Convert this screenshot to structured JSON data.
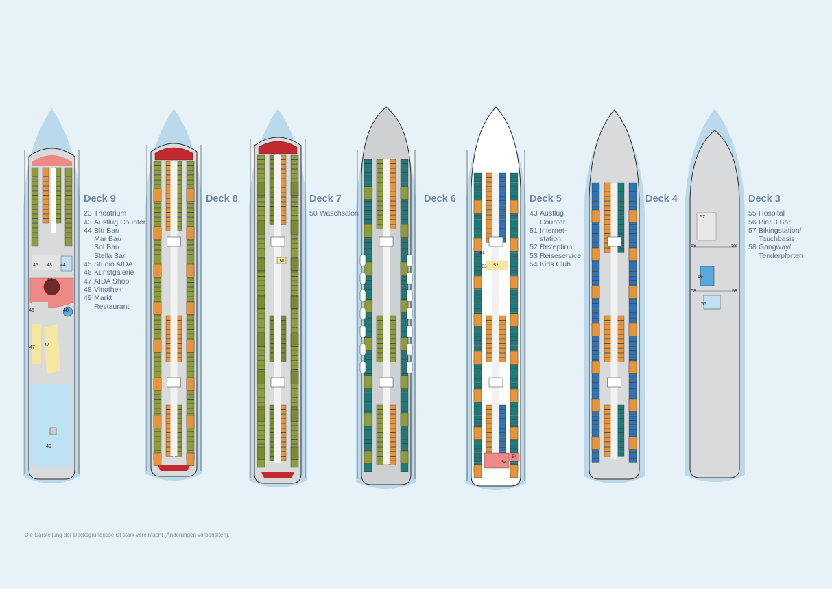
{
  "colors": {
    "background": "#e6f2f8",
    "ship_glow": "#bcd9ec",
    "deck_gray": "#d9dadc",
    "corridor": "#f2f2f2",
    "outline": "#2b2b2b",
    "cabin_green": "#8d9d3b",
    "cabin_olive": "#7a8a2e",
    "cabin_orange": "#e6953a",
    "cabin_teal": "#1d7a7a",
    "cabin_blue": "#2c73b8",
    "suite_red": "#c22a2f",
    "venue_pink": "#ee8a86",
    "venue_yellow": "#f6e7a0",
    "venue_blue": "#bfe1f4",
    "hospital_blue": "#56a9dc",
    "legend_title": "#6e8aa6",
    "legend_text": "#5a6f86"
  },
  "decks": [
    {
      "title": "Deck 9",
      "legend": [
        {
          "num": "23",
          "text": "Theatrium"
        },
        {
          "num": "43",
          "text": "Ausflug Counter"
        },
        {
          "num": "44",
          "text": "Blu Bar/\nMar Bar/\nSol Bar/\nStella Bar"
        },
        {
          "num": "45",
          "text": "Studio AIDA"
        },
        {
          "num": "46",
          "text": "Kunstgalerie"
        },
        {
          "num": "47",
          "text": "AIDA Shop"
        },
        {
          "num": "48",
          "text": "Vinothek"
        },
        {
          "num": "49",
          "text": "Markt\nRestaurant"
        }
      ],
      "map_labels": [
        "45",
        "43",
        "44",
        "23",
        "46",
        "48",
        "47",
        "47",
        "49"
      ]
    },
    {
      "title": "Deck 8",
      "legend": [],
      "map_labels": []
    },
    {
      "title": "Deck 7",
      "legend": [
        {
          "num": "50",
          "text": "Waschsalon"
        }
      ],
      "map_labels": [
        "50"
      ]
    },
    {
      "title": "Deck 6",
      "legend": [],
      "map_labels": []
    },
    {
      "title": "Deck 5",
      "legend": [
        {
          "num": "43",
          "text": "Ausflug\nCounter"
        },
        {
          "num": "51",
          "text": "Internet-\nstation"
        },
        {
          "num": "52",
          "text": "Rezeption"
        },
        {
          "num": "53",
          "text": "Reiseservice"
        },
        {
          "num": "54",
          "text": "Kids Club"
        }
      ],
      "map_labels": [
        "51",
        "53",
        "52",
        "54",
        "54"
      ]
    },
    {
      "title": "Deck 4",
      "legend": [],
      "map_labels": []
    },
    {
      "title": "Deck 3",
      "legend": [
        {
          "num": "55",
          "text": "Hospital"
        },
        {
          "num": "56",
          "text": "Pier 3 Bar"
        },
        {
          "num": "57",
          "text": "Bikingstation/\nTauchbasis"
        },
        {
          "num": "58",
          "text": "Gangway/\nTenderpforten"
        }
      ],
      "map_labels": [
        "57",
        "58",
        "58",
        "56",
        "58",
        "58",
        "55"
      ]
    }
  ],
  "footnote": "Die Darstellung der Decksgrundrisse ist stark vereinfacht (Änderungen vorbehalten)."
}
